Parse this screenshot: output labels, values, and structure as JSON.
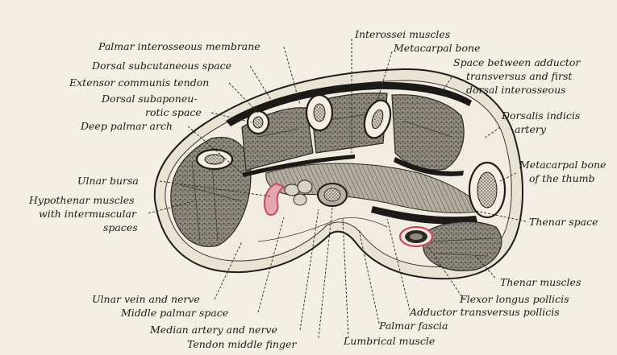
{
  "labels": {
    "palmar_interosseous_membrane": "Palmar interosseous membrane",
    "dorsal_subcutaneous_space": "Dorsal subcutaneous space",
    "extensor_communis_tendon": "Extensor communis tendon",
    "dorsal_subaponeurotic_space_1": "Dorsal subaponeu-",
    "dorsal_subaponeurotic_space_2": "rotic space",
    "deep_palmar_arch": "Deep palmar arch",
    "ulnar_bursa": "Ulnar bursa",
    "hypothenar_1": "Hypothenar muscles",
    "hypothenar_2": "with intermuscular",
    "hypothenar_3": "spaces",
    "ulnar_vein_nerve": "Ulnar vein and nerve",
    "middle_palmar_space": "Middle palmar space",
    "median_artery_nerve": "Median artery and nerve",
    "tendon_middle_finger": "Tendon middle finger",
    "interossei_muscles": "Interossei muscles",
    "metacarpal_bone": "Metacarpal bone",
    "space_adductor_1": "Space between adductor",
    "space_adductor_2": "transversus and first",
    "space_adductor_3": "dorsal interosseous",
    "dorsalis_indicis_1": "Dorsalis indicis",
    "dorsalis_indicis_2": "artery",
    "metacarpal_thumb_1": "Metacarpal bone",
    "metacarpal_thumb_2": "of the thumb",
    "thenar_space": "Thenar space",
    "thenar_muscles": "Thenar muscles",
    "flexor_longus_pollicis": "Flexor longus pollicis",
    "adductor_transversus_pollicis": "Adductor transversus pollicis",
    "palmar_fascia": "Palmar fascia",
    "lumbrical_muscle": "Lumbrical muscle"
  },
  "colors": {
    "paper": "#f3efe4",
    "ink": "#1c1a17",
    "bursa_red": "#c8485e"
  }
}
